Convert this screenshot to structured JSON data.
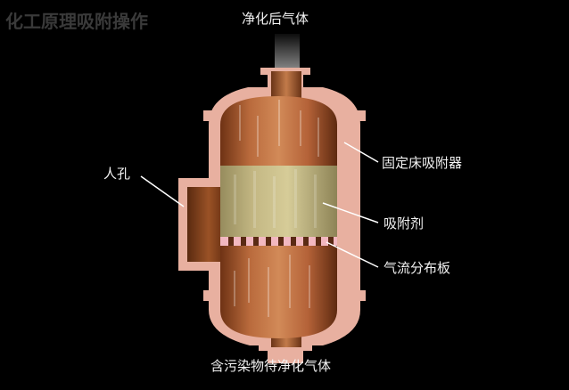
{
  "header": {
    "title": "化工原理吸附操作"
  },
  "labels": {
    "outlet": "净化后气体",
    "inlet": "含污染物待净化气体",
    "manhole": "人孔",
    "adsorber": "固定床吸附器",
    "adsorbent": "吸附剂",
    "distributor": "气流分布板"
  },
  "colors": {
    "background": "#000000",
    "vessel_shell": "#e8b0a0",
    "vessel_inner": "#a85a30",
    "adsorbent_bed": "#c8bc88",
    "distributor_plate": "#f2b8c0",
    "text": "#f2f2f2",
    "leader_lines": "#ffffff"
  }
}
